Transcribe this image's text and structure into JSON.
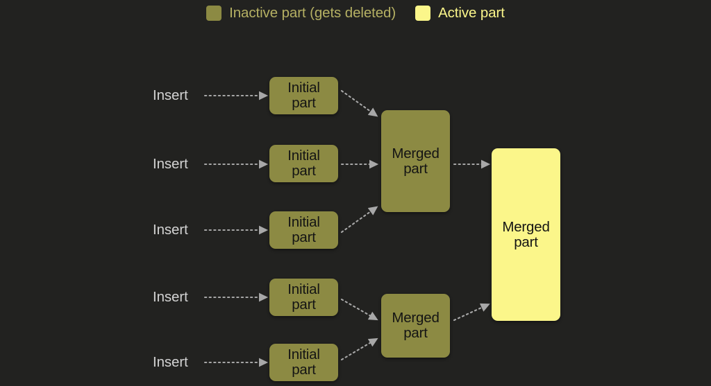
{
  "background_color": "#222220",
  "legend": {
    "items": [
      {
        "label": "Inactive part (gets deleted)",
        "color": "#8c8a43",
        "text_color": "#b5b063",
        "swatch_name": "inactive-part-swatch"
      },
      {
        "label": "Active part",
        "color": "#fbf68a",
        "text_color": "#fbf68a",
        "swatch_name": "active-part-swatch"
      }
    ]
  },
  "colors": {
    "inactive_fill": "#8c8a43",
    "active_fill": "#fbf68a",
    "node_text": "#141414",
    "insert_text": "#d3d3d3",
    "arrow": "#a8a8a8",
    "background": "#222220"
  },
  "insert_labels": [
    {
      "text": "Insert"
    },
    {
      "text": "Insert"
    },
    {
      "text": "Insert"
    },
    {
      "text": "Insert"
    },
    {
      "text": "Insert"
    }
  ],
  "nodes": {
    "initial_parts": [
      {
        "label": "Initial\npart",
        "state": "inactive"
      },
      {
        "label": "Initial\npart",
        "state": "inactive"
      },
      {
        "label": "Initial\npart",
        "state": "inactive"
      },
      {
        "label": "Initial\npart",
        "state": "inactive"
      },
      {
        "label": "Initial\npart",
        "state": "inactive"
      }
    ],
    "merged_parts": [
      {
        "label": "Merged\npart",
        "state": "inactive"
      },
      {
        "label": "Merged\npart",
        "state": "inactive"
      }
    ],
    "final_part": {
      "label": "Merged\npart",
      "state": "active"
    }
  }
}
